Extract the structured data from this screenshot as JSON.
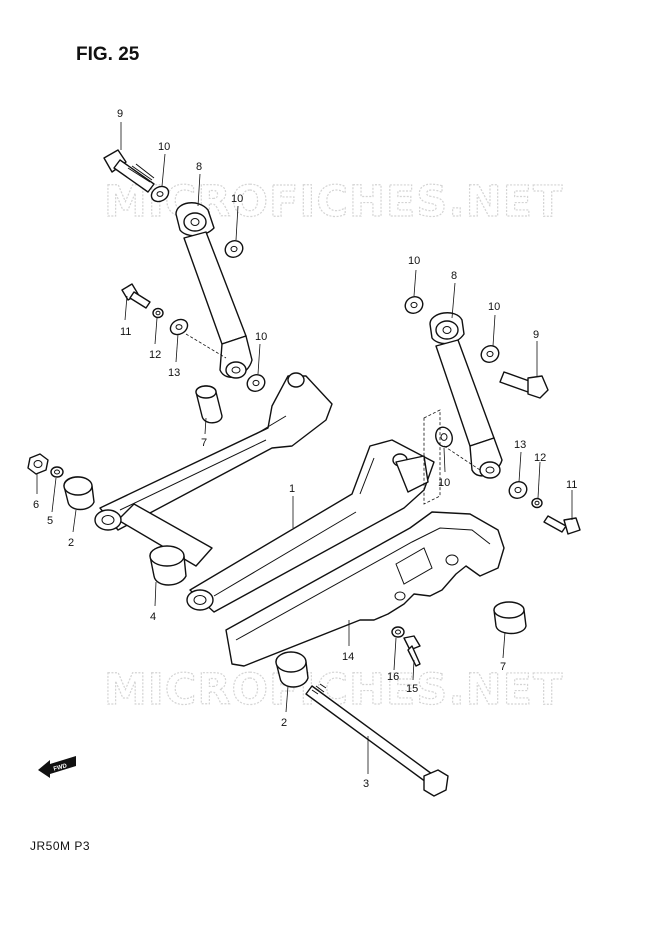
{
  "figure": {
    "title": "FIG. 25",
    "model_code": "JR50M P3"
  },
  "watermark": {
    "text": "MICROFICHES.NET"
  },
  "fwd_label": "FWD",
  "callouts": [
    "9",
    "10",
    "8",
    "10",
    "11",
    "12",
    "13",
    "10",
    "7",
    "6",
    "5",
    "2",
    "1",
    "4",
    "10",
    "8",
    "10",
    "9",
    "10",
    "13",
    "12",
    "11",
    "14",
    "7",
    "16",
    "15",
    "2",
    "3"
  ]
}
